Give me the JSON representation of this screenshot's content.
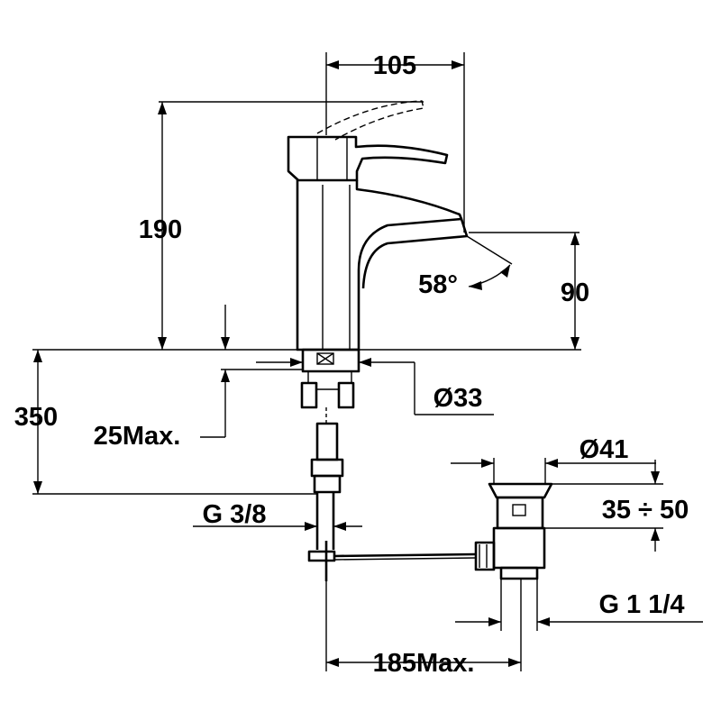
{
  "dimensions": {
    "spout_reach": "105",
    "total_height": "190",
    "outlet_height": "90",
    "spray_angle": "58°",
    "base_diameter": "Ø33",
    "hose_length": "350",
    "deck_thickness": "25Max.",
    "supply_thread": "G 3/8",
    "waste_diameter": "Ø41",
    "waste_depth": "35 ÷ 50",
    "waste_thread": "G 1 1/4",
    "rod_length": "185Max."
  }
}
